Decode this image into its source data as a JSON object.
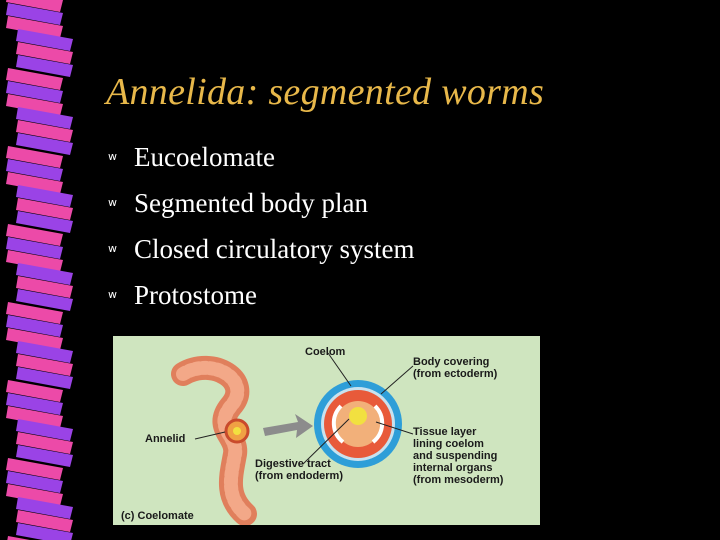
{
  "slide": {
    "title": "Annelida: segmented worms",
    "bullet_marker": "w",
    "bullets": [
      "Eucoelomate",
      "Segmented body plan",
      "Closed circulatory system",
      "Protostome"
    ]
  },
  "figure": {
    "labels": {
      "coelom": "Coelom",
      "body_covering_1": "Body covering",
      "body_covering_2": "(from ectoderm)",
      "annelid": "Annelid",
      "tissue_1": "Tissue layer",
      "tissue_2": "lining coelom",
      "tissue_3": "and suspending",
      "tissue_4": "internal organs",
      "tissue_5": "(from mesoderm)",
      "digestive_1": "Digestive tract",
      "digestive_2": "(from endoderm)",
      "caption": "(c) Coelomate"
    }
  },
  "colors": {
    "title": "#e8b84a",
    "background": "#000000",
    "figure_background": "#cfe5bf",
    "stripe_magenta": "#ec4aa8",
    "stripe_purple": "#9a43e6"
  }
}
